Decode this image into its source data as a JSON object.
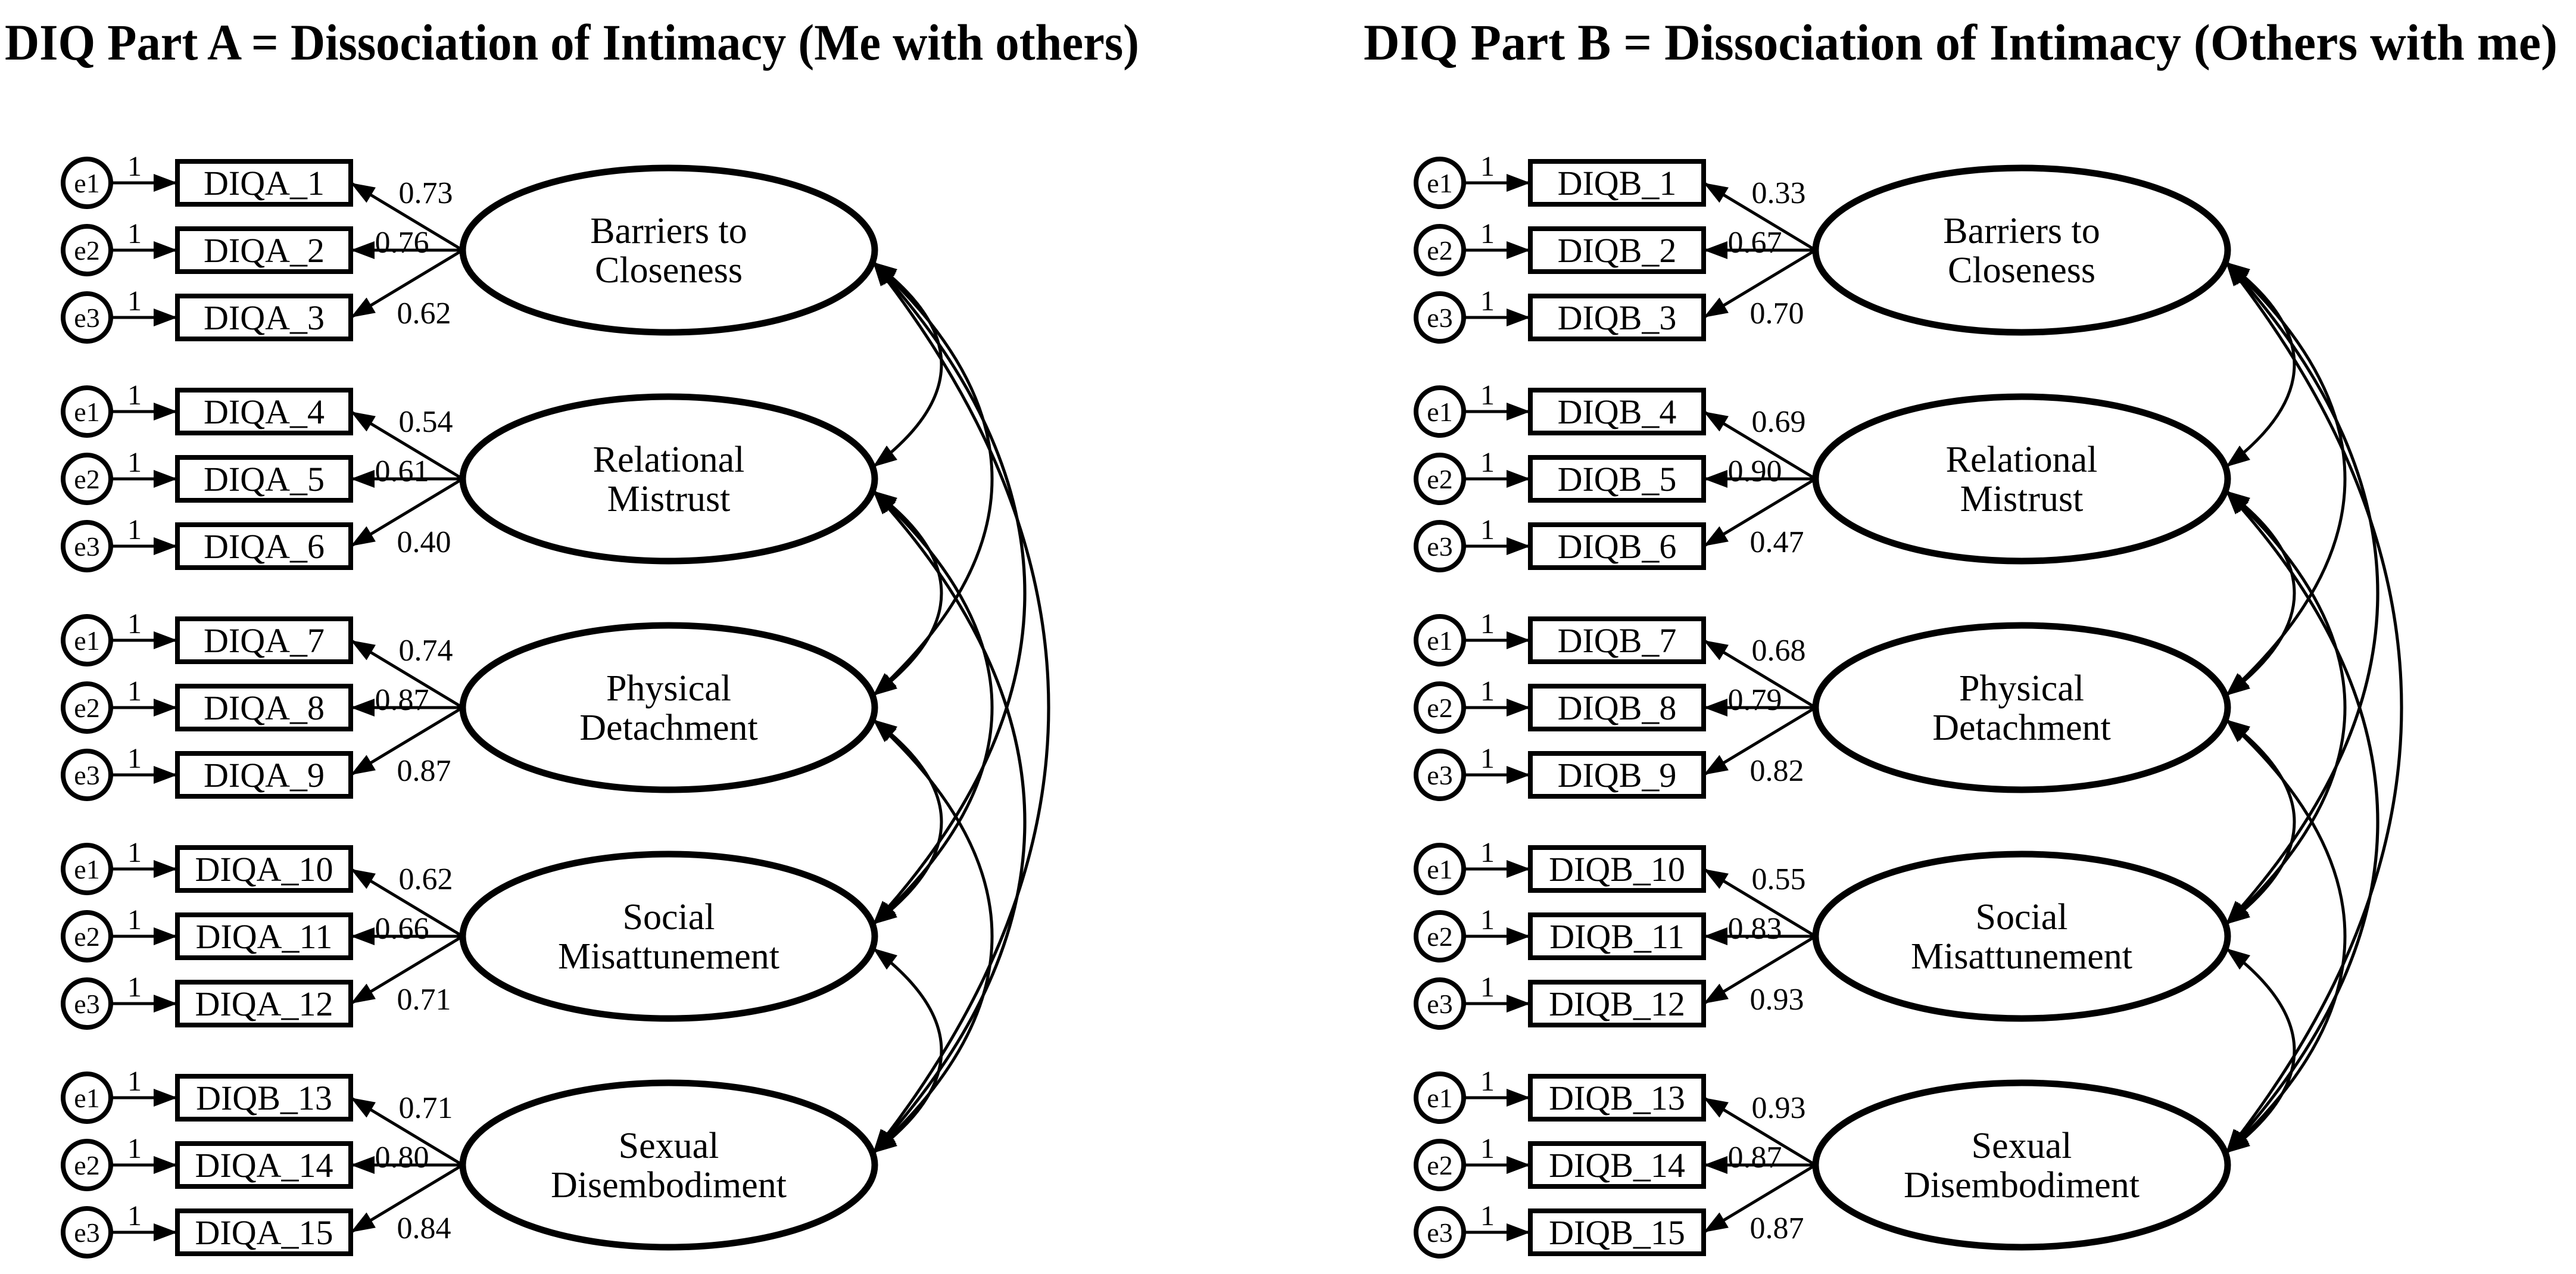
{
  "figure_type": "SEM confirmatory factor analysis path diagram (two panels)",
  "colors": {
    "background": "#ffffff",
    "ink": "#000000"
  },
  "covariance_pairs": [
    [
      0,
      1
    ],
    [
      0,
      2
    ],
    [
      0,
      3
    ],
    [
      0,
      4
    ],
    [
      1,
      2
    ],
    [
      1,
      3
    ],
    [
      1,
      4
    ],
    [
      2,
      3
    ],
    [
      2,
      4
    ],
    [
      3,
      4
    ]
  ],
  "panels": [
    {
      "id": "diq-part-a",
      "title": "DIQ Part A = Dissociation of Intimacy (Me with others)",
      "factors": [
        {
          "label": [
            "Barriers to",
            "Closeness"
          ],
          "indicators": [
            {
              "error": "e1",
              "one": "1",
              "name": "DIQA_1",
              "loading": "0.73"
            },
            {
              "error": "e2",
              "one": "1",
              "name": "DIQA_2",
              "loading": "0.76"
            },
            {
              "error": "e3",
              "one": "1",
              "name": "DIQA_3",
              "loading": "0.62"
            }
          ]
        },
        {
          "label": [
            "Relational",
            "Mistrust"
          ],
          "indicators": [
            {
              "error": "e1",
              "one": "1",
              "name": "DIQA_4",
              "loading": "0.54"
            },
            {
              "error": "e2",
              "one": "1",
              "name": "DIQA_5",
              "loading": "0.61"
            },
            {
              "error": "e3",
              "one": "1",
              "name": "DIQA_6",
              "loading": "0.40"
            }
          ]
        },
        {
          "label": [
            "Physical",
            "Detachment"
          ],
          "indicators": [
            {
              "error": "e1",
              "one": "1",
              "name": "DIQA_7",
              "loading": "0.74"
            },
            {
              "error": "e2",
              "one": "1",
              "name": "DIQA_8",
              "loading": "0.87"
            },
            {
              "error": "e3",
              "one": "1",
              "name": "DIQA_9",
              "loading": "0.87"
            }
          ]
        },
        {
          "label": [
            "Social",
            "Misattunement"
          ],
          "indicators": [
            {
              "error": "e1",
              "one": "1",
              "name": "DIQA_10",
              "loading": "0.62"
            },
            {
              "error": "e2",
              "one": "1",
              "name": "DIQA_11",
              "loading": "0.66"
            },
            {
              "error": "e3",
              "one": "1",
              "name": "DIQA_12",
              "loading": "0.71"
            }
          ]
        },
        {
          "label": [
            "Sexual",
            "Disembodiment"
          ],
          "indicators": [
            {
              "error": "e1",
              "one": "1",
              "name": "DIQB_13",
              "loading": "0.71"
            },
            {
              "error": "e2",
              "one": "1",
              "name": "DIQA_14",
              "loading": "0.80"
            },
            {
              "error": "e3",
              "one": "1",
              "name": "DIQA_15",
              "loading": "0.84"
            }
          ]
        }
      ]
    },
    {
      "id": "diq-part-b",
      "title": "DIQ Part B = Dissociation of Intimacy (Others with me)",
      "factors": [
        {
          "label": [
            "Barriers to",
            "Closeness"
          ],
          "indicators": [
            {
              "error": "e1",
              "one": "1",
              "name": "DIQB_1",
              "loading": "0.33"
            },
            {
              "error": "e2",
              "one": "1",
              "name": "DIQB_2",
              "loading": "0.67"
            },
            {
              "error": "e3",
              "one": "1",
              "name": "DIQB_3",
              "loading": "0.70"
            }
          ]
        },
        {
          "label": [
            "Relational",
            "Mistrust"
          ],
          "indicators": [
            {
              "error": "e1",
              "one": "1",
              "name": "DIQB_4",
              "loading": "0.69"
            },
            {
              "error": "e2",
              "one": "1",
              "name": "DIQB_5",
              "loading": "0.90"
            },
            {
              "error": "e3",
              "one": "1",
              "name": "DIQB_6",
              "loading": "0.47"
            }
          ]
        },
        {
          "label": [
            "Physical",
            "Detachment"
          ],
          "indicators": [
            {
              "error": "e1",
              "one": "1",
              "name": "DIQB_7",
              "loading": "0.68"
            },
            {
              "error": "e2",
              "one": "1",
              "name": "DIQB_8",
              "loading": "0.79"
            },
            {
              "error": "e3",
              "one": "1",
              "name": "DIQB_9",
              "loading": "0.82"
            }
          ]
        },
        {
          "label": [
            "Social",
            "Misattunement"
          ],
          "indicators": [
            {
              "error": "e1",
              "one": "1",
              "name": "DIQB_10",
              "loading": "0.55"
            },
            {
              "error": "e2",
              "one": "1",
              "name": "DIQB_11",
              "loading": "0.83"
            },
            {
              "error": "e3",
              "one": "1",
              "name": "DIQB_12",
              "loading": "0.93"
            }
          ]
        },
        {
          "label": [
            "Sexual",
            "Disembodiment"
          ],
          "indicators": [
            {
              "error": "e1",
              "one": "1",
              "name": "DIQB_13",
              "loading": "0.93"
            },
            {
              "error": "e2",
              "one": "1",
              "name": "DIQB_14",
              "loading": "0.87"
            },
            {
              "error": "e3",
              "one": "1",
              "name": "DIQB_15",
              "loading": "0.87"
            }
          ]
        }
      ]
    }
  ]
}
